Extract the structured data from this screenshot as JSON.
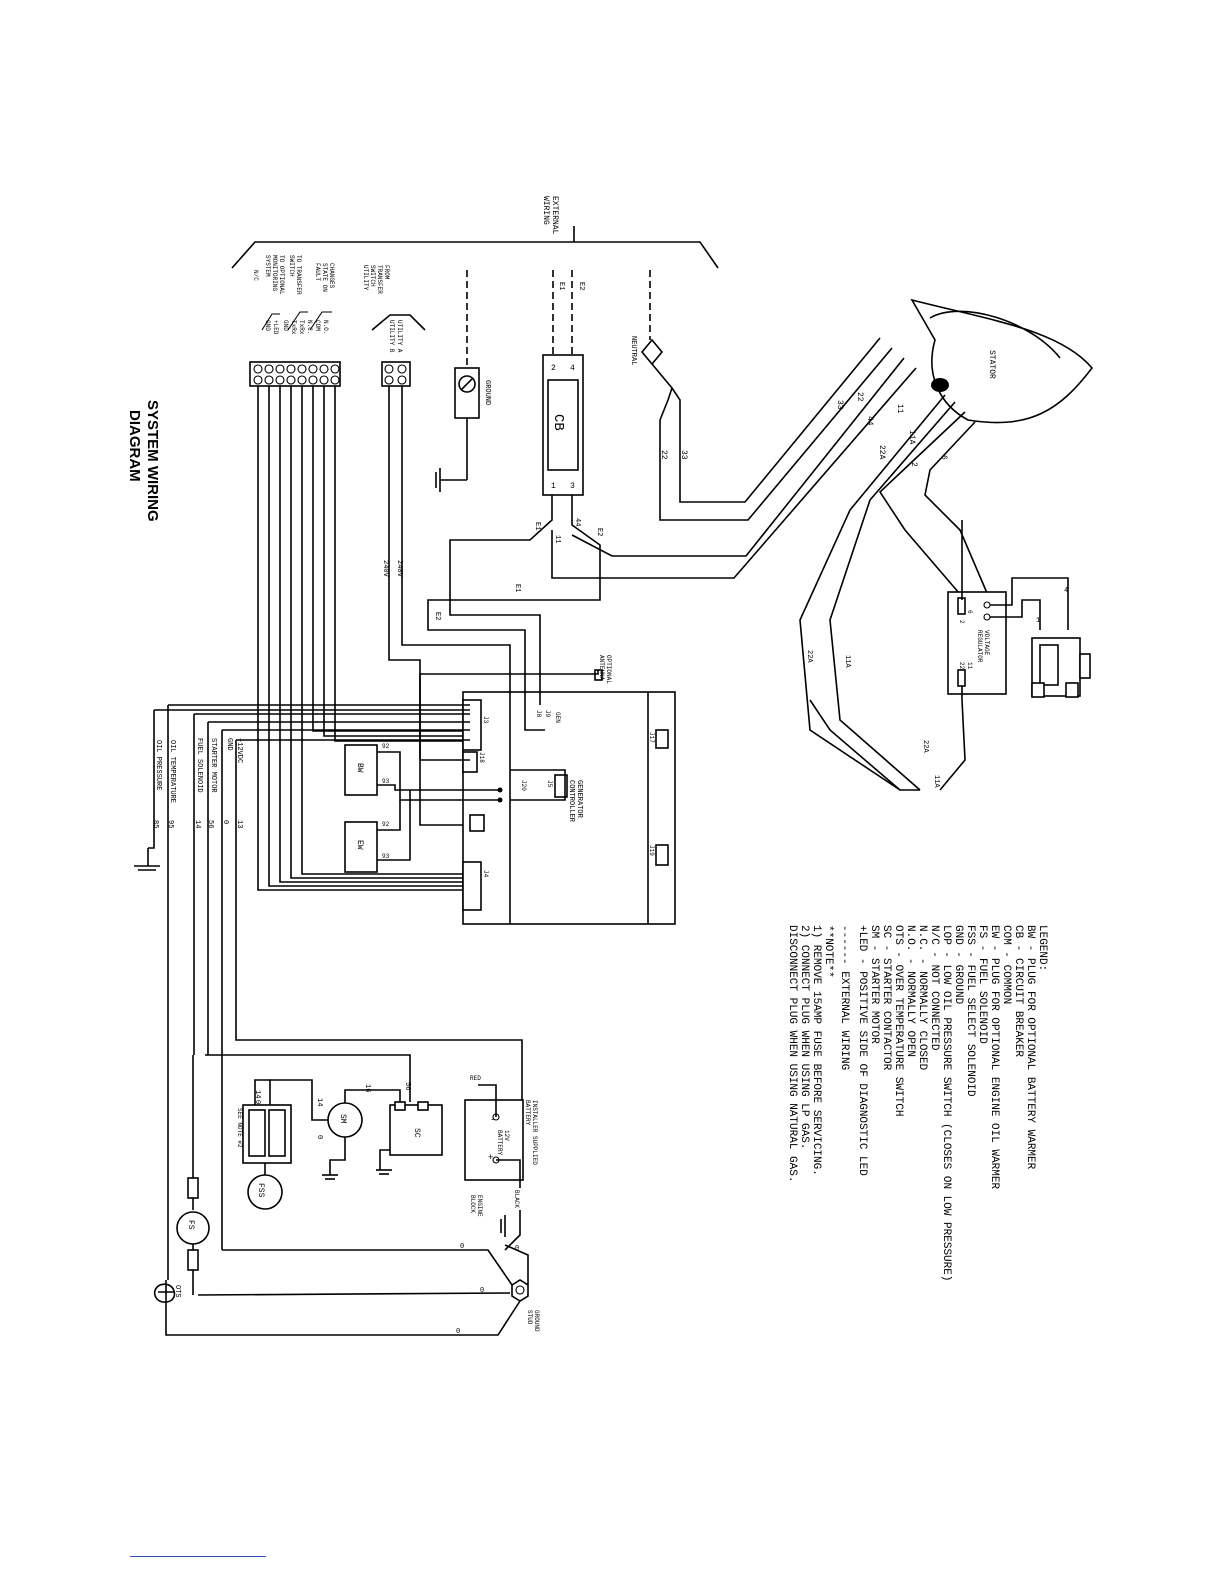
{
  "title": [
    "SYSTEM WIRING",
    "DIAGRAM"
  ],
  "legend": {
    "heading": "LEGEND:",
    "items": [
      "BW - PLUG FOR OPTIONAL BATTERY WARMER",
      "CB - CIRCUIT BREAKER",
      "COM - COMMON",
      "EW - PLUG FOR OPTIONAL ENGINE OIL WARMER",
      "FS - FUEL SOLENOID",
      "FSS - FUEL SELECT SOLENOID",
      "GND - GROUND",
      "LOP - LOW OIL PRESSURE SWITCH (CLOSES ON LOW PRESSURE)",
      "N/C - NOT CONNECTED",
      "N.C. - NORMALLY CLOSED",
      "N.O. - NORMALLY OPEN",
      "OTS - OVER TEMPERATURE SWITCH",
      "SC - STARTER CONTACTOR",
      "SM - STARTER MOTOR",
      "+LED - POSITIVE SIDE OF DIAGNOSTIC LED"
    ],
    "external": "------ EXTERNAL WIRING",
    "notes_heading": "**NOTE**",
    "notes": [
      "1) REMOVE 15AMP FUSE BEFORE SERVICING.",
      "2) CONNECT PLUG WHEN USING LP GAS.",
      "    DISCONNECT PLUG WHEN USING NATURAL GAS."
    ]
  },
  "components": {
    "stator": "STATOR",
    "neutral": "NEUTRAL",
    "external_wiring": [
      "EXTERNAL",
      "WIRING"
    ],
    "cb": "CB",
    "cb_terminals": [
      "4",
      "2",
      "3",
      "1"
    ],
    "ground_label": "GROUND",
    "voltage_regulator": [
      "VOLTAGE",
      "REGULATOR"
    ],
    "vr_terminals": [
      "6",
      "2",
      "11",
      "22"
    ],
    "battery_warmer_pins": [
      "4",
      "1"
    ],
    "generator_controller": [
      "GENERATOR",
      "CONTROLLER"
    ],
    "optional_antenna": [
      "OPTIONAL",
      "ANTENNA"
    ],
    "installer_battery": [
      "INSTALLER SUPPLIED",
      "BATTERY"
    ],
    "battery": [
      "12V",
      "BATTERY"
    ],
    "red": "RED",
    "black": "BLACK",
    "engine_block": [
      "ENGINE",
      "BLOCK"
    ],
    "ground_stud": [
      "GROUND",
      "STUD"
    ],
    "sm": "SM",
    "sc": "SC",
    "fss": "FSS",
    "fs": "FS",
    "ots": "OTS",
    "see_note": "SEE NOTE #2",
    "bw": "BW",
    "ew": "EW",
    "gen": "GEN",
    "plugs": [
      "J3",
      "J18",
      "J17",
      "J19",
      "J4",
      "J20",
      "J8",
      "J9",
      "J5"
    ]
  },
  "left_side": {
    "from_transfer": [
      "FROM",
      "TRANSFER",
      "SWITCH",
      "UTILITY"
    ],
    "utility": [
      "UTILITY A",
      "UTILITY B"
    ],
    "changes_state": [
      "CHANGES",
      "STATE ON",
      "FAULT"
    ],
    "to_transfer": [
      "TO TRANSFER",
      "SWITCH"
    ],
    "to_optional": [
      "TO OPTIONAL",
      "MONITORING",
      "SYSTEM"
    ],
    "nc": "N/C",
    "pins_a": [
      "N.O.",
      "COM",
      "N.C."
    ],
    "pins_b": [
      "TxRx",
      "TxRx",
      "GND"
    ],
    "pins_c": [
      "+LED",
      "GND"
    ],
    "volt_240": "240V"
  },
  "bottom_wires": {
    "gnd": "GND",
    "v12": "+12VDC",
    "starter_motor": "STARTER MOTOR",
    "fuel_solenoid": "FUEL SOLENOID",
    "oil_temperature": "OIL TEMPERATURE",
    "oil_pressure": "OIL PRESSURE",
    "numbers": [
      "13",
      "0",
      "56",
      "14",
      "95",
      "85"
    ]
  },
  "wire_numbers": {
    "stator_out": [
      "33",
      "22",
      "44",
      "11",
      "11A",
      "22A",
      "2",
      "6"
    ],
    "neutral_pair": [
      "22",
      "33"
    ],
    "cb_side": [
      "E1",
      "E2",
      "E1",
      "E2"
    ],
    "cb_bottom": [
      "E1",
      "11",
      "44",
      "E2"
    ],
    "bw_ew": [
      "92",
      "93",
      "92",
      "93"
    ],
    "right_loop": [
      "22A",
      "11A",
      "22A",
      "11A"
    ],
    "misc": [
      "0",
      "16",
      "56",
      "14",
      "0",
      "13",
      "0",
      "0",
      "0",
      "0",
      "0",
      "14",
      "0"
    ]
  },
  "colors": {
    "ink": "#000000",
    "paper": "#ffffff",
    "footer_rule": "#3050c0"
  }
}
